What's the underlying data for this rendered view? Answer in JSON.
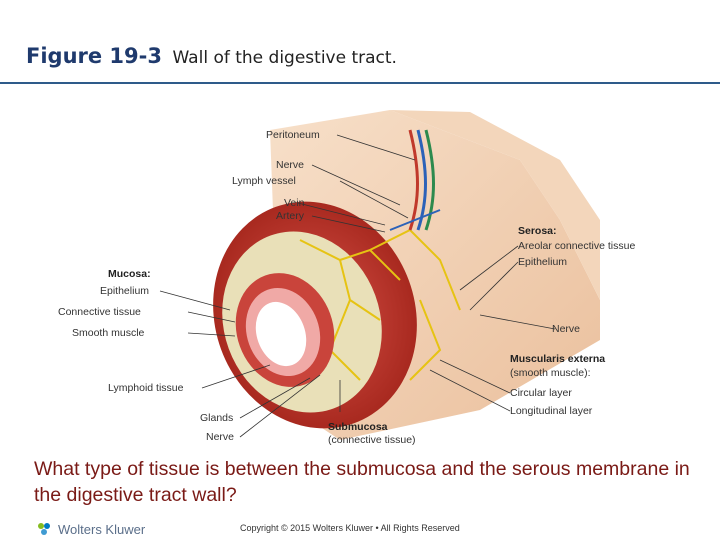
{
  "title": {
    "figure_number": "Figure 19-3",
    "caption": "Wall of the digestive tract."
  },
  "labels": {
    "peritoneum": "Peritoneum",
    "nerve_top": "Nerve",
    "lymph_vessel": "Lymph vessel",
    "vein": "Vein",
    "artery": "Artery",
    "mucosa": "Mucosa:",
    "epithelium_left": "Epithelium",
    "connective_tissue": "Connective tissue",
    "smooth_muscle": "Smooth muscle",
    "lymphoid_tissue": "Lymphoid tissue",
    "glands": "Glands",
    "nerve_bottom": "Nerve",
    "serosa": "Serosa:",
    "areolar": "Areolar connective tissue",
    "epithelium_right": "Epithelium",
    "nerve_right": "Nerve",
    "muscularis": "Muscularis externa",
    "muscularis_sub": "(smooth muscle):",
    "circular_layer": "Circular layer",
    "longitudinal_layer": "Longitudinal layer",
    "submucosa": "Submucosa",
    "submucosa_sub": "(connective tissue)"
  },
  "question": "What type of tissue is between the submucosa and the serous membrane in the digestive tract wall?",
  "footer": {
    "logo_text": "Wolters Kluwer",
    "copyright": "Copyright © 2015 Wolters Kluwer • All Rights Reserved"
  }
}
